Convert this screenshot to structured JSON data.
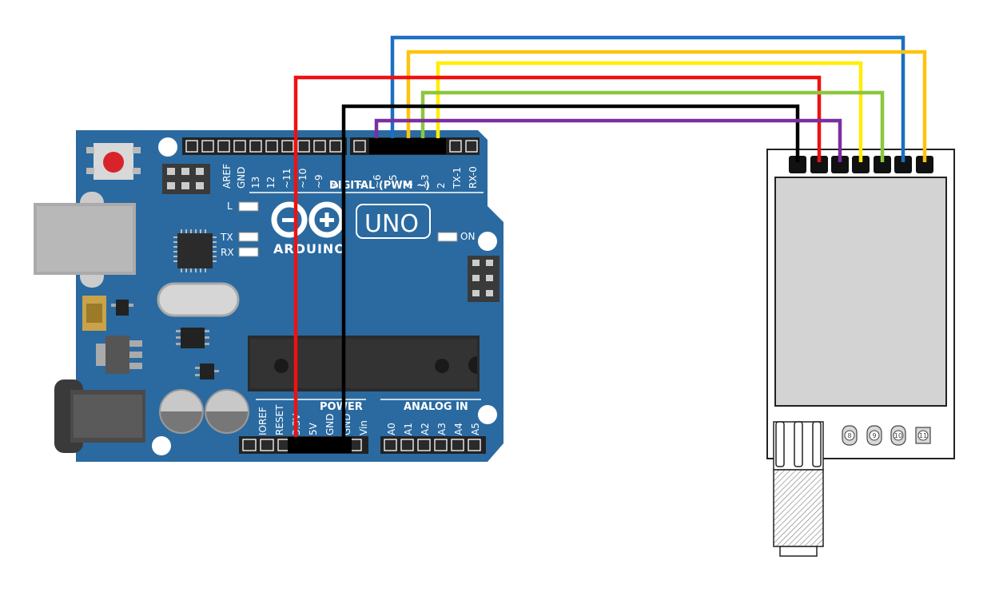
{
  "board": {
    "logo_text": "ARDUINO",
    "model": "UNO",
    "digital_header_label": "DIGITAL (PWM ~)",
    "power_label": "POWER",
    "analog_label": "ANALOG IN",
    "led_l": "L",
    "led_tx": "TX",
    "led_rx": "RX",
    "led_on": "ON",
    "top_pins": [
      "AREF",
      "GND",
      "13",
      "12",
      "~11",
      "~10",
      "~9",
      "8",
      "7",
      "~6",
      "~5",
      "4",
      "~3",
      "2",
      "TX-1",
      "RX-0"
    ],
    "power_pins": [
      "IOREF",
      "RESET",
      "3.3V",
      "5V",
      "GND",
      "GND",
      "Vin"
    ],
    "analog_pins": [
      "A0",
      "A1",
      "A2",
      "A3",
      "A4",
      "A5"
    ]
  },
  "module": {
    "bottom_pins": [
      "8",
      "9",
      "10",
      "11"
    ]
  },
  "wires": [
    {
      "color": "#1a6fc4",
      "from": "~5",
      "to": "module pin 6"
    },
    {
      "color": "#ffc20e",
      "from": "4",
      "to": "module pin 7"
    },
    {
      "color": "#ffee00",
      "from": "2",
      "to": "module pin 4"
    },
    {
      "color": "#ee1111",
      "from": "3.3V",
      "to": "module pin 2"
    },
    {
      "color": "#8cc63f",
      "from": "~3",
      "to": "module pin 5"
    },
    {
      "color": "#000000",
      "from": "GND",
      "to": "module pin 1"
    },
    {
      "color": "#7b2fa0",
      "from": "~6",
      "to": "module pin 3"
    }
  ]
}
